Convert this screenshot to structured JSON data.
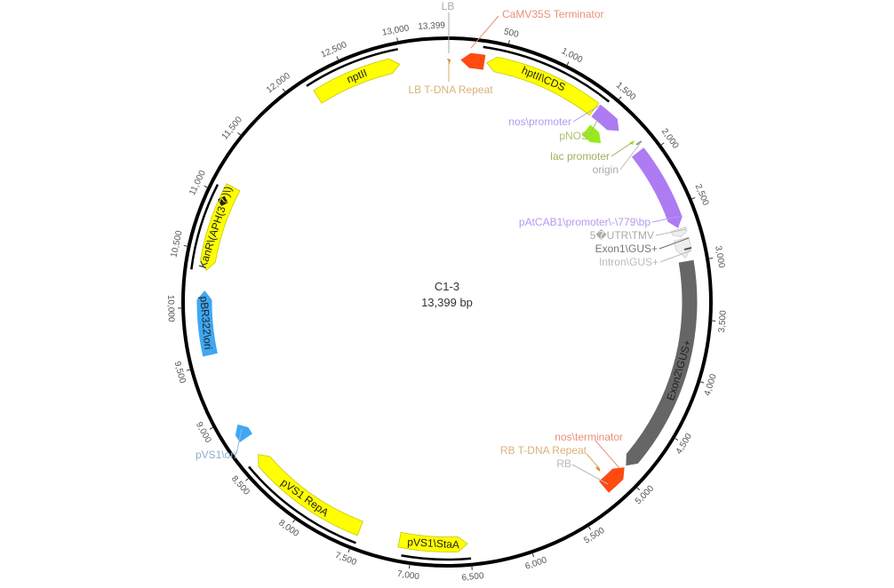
{
  "plasmid": {
    "name": "C1-3",
    "length_label": "13,399 bp",
    "length": 13399
  },
  "origin_label": "13,399",
  "ticks": [
    500,
    1000,
    1500,
    2000,
    2500,
    3000,
    3500,
    4000,
    4500,
    5000,
    5500,
    6000,
    6500,
    7000,
    7500,
    8000,
    8500,
    9000,
    9500,
    10000,
    10500,
    11000,
    11500,
    12000,
    12500,
    13000
  ],
  "colors": {
    "yellow": "#ffff00",
    "purple": "#ad7bf2",
    "red": "#ff4a10",
    "blue": "#3ea8f2",
    "green": "#99ea1c",
    "darkgrey": "#666666",
    "lightgrey": "#eeeeee"
  },
  "features": [
    {
      "label": "CaMV35S Terminator",
      "start": 120,
      "end": 330,
      "strand": -1,
      "color": "#ff4a10",
      "track": "main",
      "inside": false
    },
    {
      "label": "hptII\\CDS",
      "start": 350,
      "end": 1390,
      "strand": -1,
      "color": "#ffff00",
      "track": "main",
      "inside": true
    },
    {
      "label": "nos\\promoter",
      "start": 1410,
      "end": 1680,
      "strand": 1,
      "color": "#ad7bf2",
      "track": "main",
      "inside": false
    },
    {
      "label": "pNOS",
      "start": 1450,
      "end": 1640,
      "strand": 1,
      "color": "#99ea1c",
      "track": "inner",
      "inside": false
    },
    {
      "label": "pAtCAB1\\promoter\\-\\779\\bp",
      "start": 1930,
      "end": 2690,
      "strand": 1,
      "color": "#ad7bf2",
      "track": "main",
      "inside": false
    },
    {
      "label": "5�UTR\\TMV",
      "start": 2700,
      "end": 2770,
      "strand": 1,
      "color": "#eeeeee",
      "track": "main",
      "inside": false
    },
    {
      "label": "Intron\\GUS+",
      "start": 2790,
      "end": 2960,
      "strand": 1,
      "color": "#eeeeee",
      "track": "main",
      "inside": false
    },
    {
      "label": "Exon2\\GUS+",
      "start": 2990,
      "end": 4930,
      "strand": 1,
      "color": "#666666",
      "track": "main",
      "inside": true
    },
    {
      "label": "nos\\terminator",
      "start": 4950,
      "end": 5200,
      "strand": -1,
      "color": "#ff4a10",
      "track": "main",
      "inside": false
    },
    {
      "label": "pVS1\\StaA",
      "start": 6520,
      "end": 7120,
      "strand": -1,
      "color": "#ffff00",
      "track": "main",
      "inside": true
    },
    {
      "label": "pVS1 RepA",
      "start": 7480,
      "end": 8600,
      "strand": 1,
      "color": "#ffff00",
      "track": "main",
      "inside": true
    },
    {
      "label": "pVS1\\ori",
      "start": 8780,
      "end": 8920,
      "strand": 1,
      "color": "#3ea8f2",
      "track": "main",
      "inside": false
    },
    {
      "label": "pBR322\\ori",
      "start": 9580,
      "end": 10150,
      "strand": 1,
      "color": "#3ea8f2",
      "track": "main",
      "inside": true
    },
    {
      "label": "KanR\\(APH(3�)\\)",
      "start": 10330,
      "end": 11100,
      "strand": -1,
      "color": "#ffff00",
      "track": "main",
      "inside": true
    },
    {
      "label": "nptII",
      "start": 12200,
      "end": 12980,
      "strand": 1,
      "color": "#ffff00",
      "track": "main",
      "inside": true
    }
  ],
  "outer_arcs": [
    [
      300,
      1450
    ],
    [
      6500,
      7080
    ],
    [
      7470,
      8570
    ],
    [
      10320,
      11060
    ],
    [
      12170,
      12990
    ]
  ],
  "labels": {
    "lb": "LB",
    "camv": "CaMV35S Terminator",
    "lb_repeat": "LB T-DNA Repeat",
    "nos_promoter": "nos\\promoter",
    "pnos": "pNOS",
    "lac": "lac promoter",
    "origin": "origin",
    "patcab": "pAtCAB1\\promoter\\-\\779\\bp",
    "utr": "5�UTR\\TMV",
    "exon1": "Exon1\\GUS+",
    "intron": "Intron\\GUS+",
    "nos_term": "nos\\terminator",
    "rb_repeat": "RB T-DNA Repeat",
    "rb": "RB",
    "pvs1ori": "pVS1\\ori"
  }
}
